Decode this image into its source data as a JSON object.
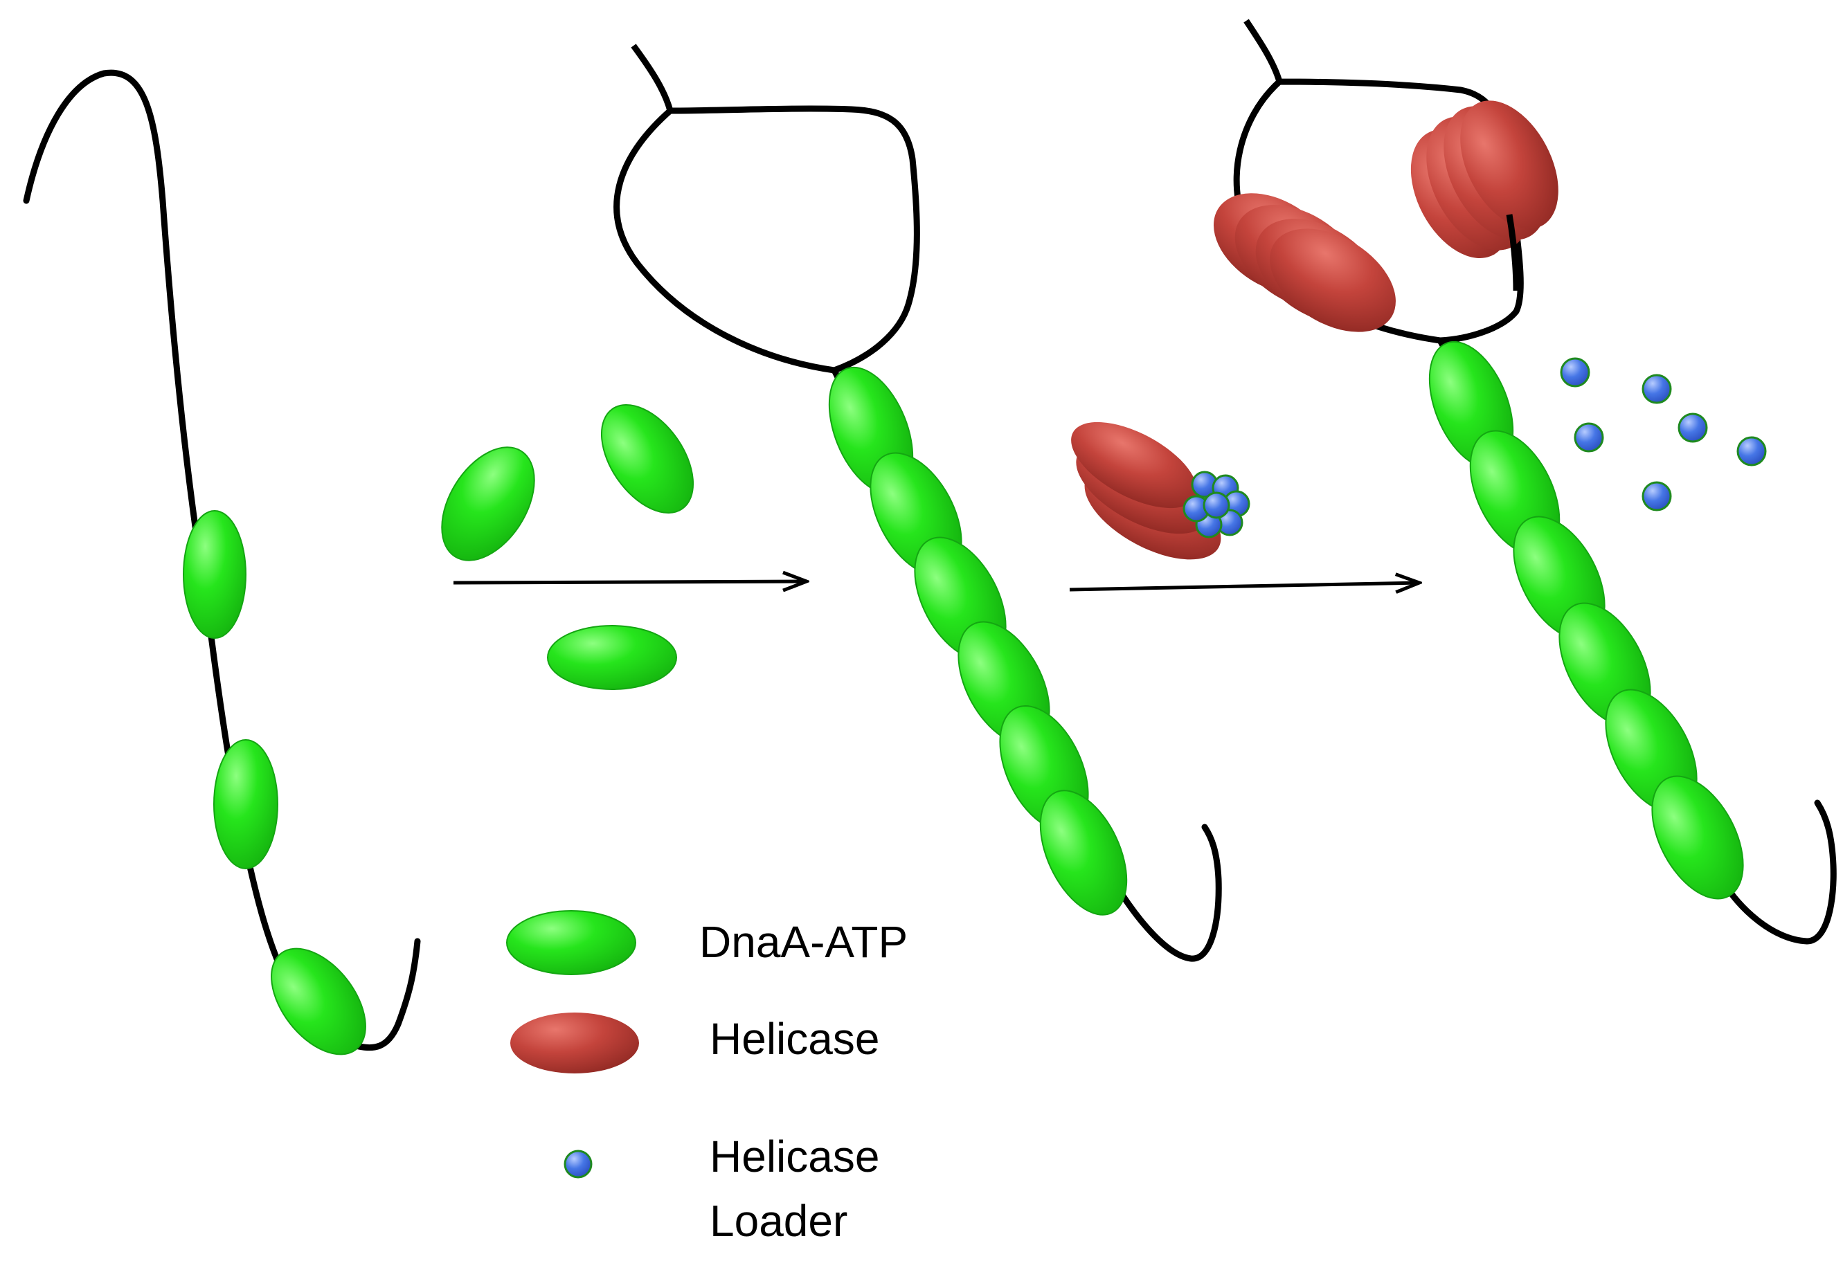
{
  "colors": {
    "dna": "#000000",
    "dnaa": "#22e21a",
    "dnaa_highlight": "#7dff6e",
    "dnaa_edge": "#14a612",
    "helicase": "#c2413a",
    "helicase_highlight": "#e46a5f",
    "helicase_shadow": "#8e2722",
    "loader": "#3f6fe0",
    "loader_highlight": "#9bb8ff",
    "loader_edge": "#1f8a1f"
  },
  "icons": {
    "dnaa": "green-ellipse",
    "helicase": "red-ellipse",
    "loader": "blue-dot"
  },
  "legend": {
    "dnaa_label": "DnaA-ATP",
    "helicase_label": "Helicase",
    "loader_label": "Helicase\nLoader"
  }
}
